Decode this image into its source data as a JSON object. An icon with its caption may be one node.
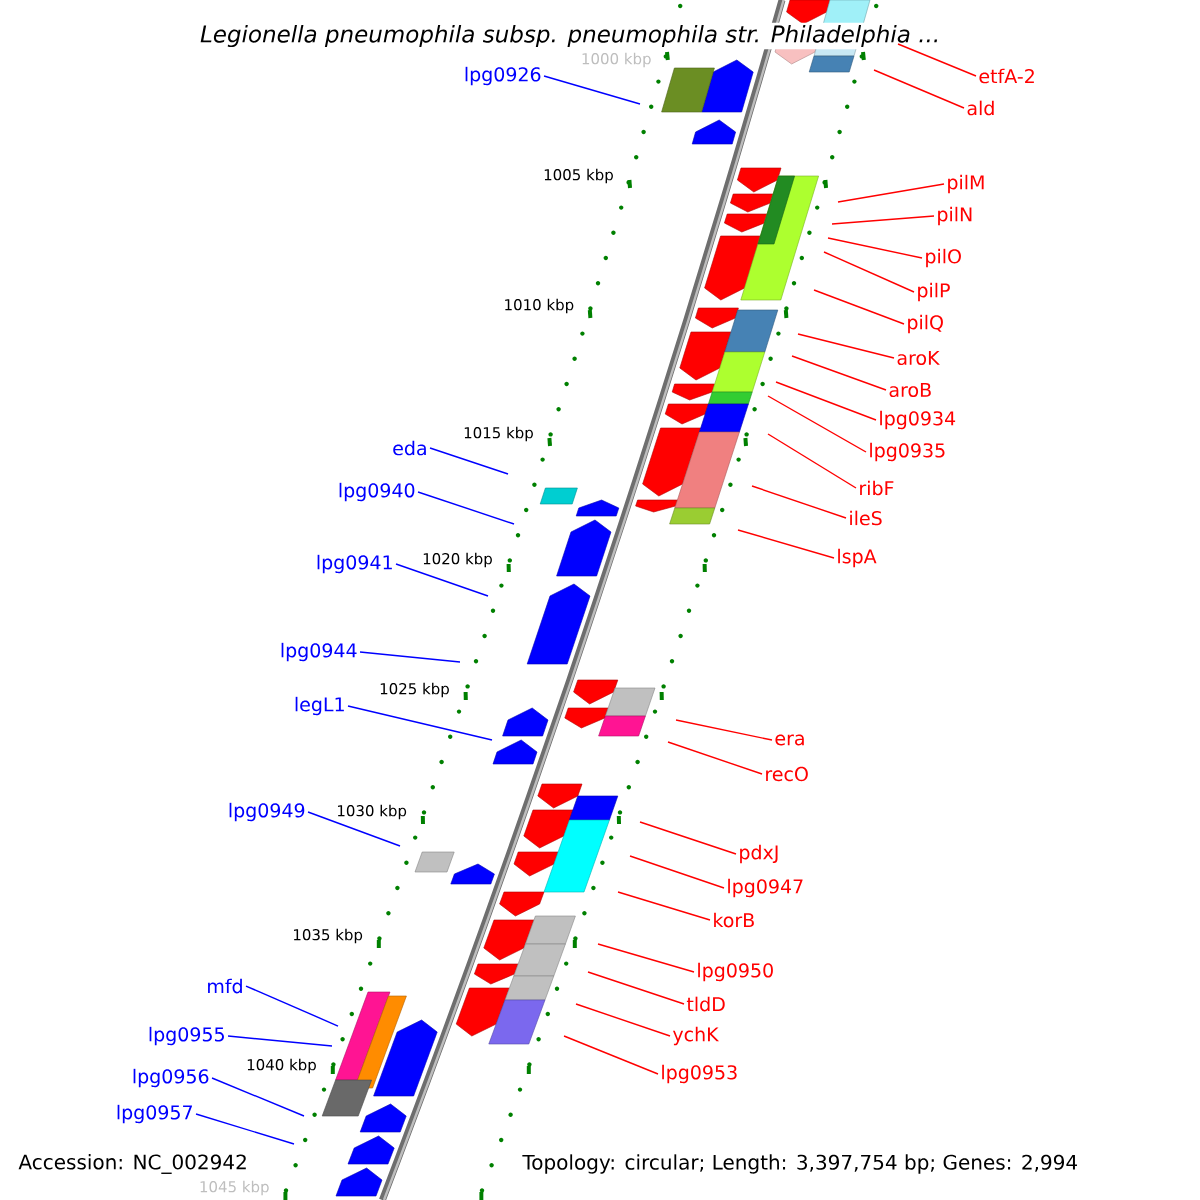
{
  "diagram": {
    "title": "Legionella pneumophila subsp. pneumophila str. Philadelphia ...",
    "nodes": [
      {
        "text": [
          "lpg0926"
        ]
      },
      {
        "text": [
          "etfA-2"
        ]
      },
      {
        "text": [
          "ald"
        ]
      },
      {
        "text": [
          "pilM"
        ]
      },
      {
        "text": [
          "pilN"
        ]
      },
      {
        "text": [
          "pilO"
        ]
      },
      {
        "text": [
          "pilP"
        ]
      },
      {
        "text": [
          "pilQ"
        ]
      },
      {
        "text": [
          "aroK"
        ]
      },
      {
        "text": [
          "aroB"
        ]
      },
      {
        "text": [
          "lpg0934"
        ]
      },
      {
        "text": [
          "eda"
        ]
      },
      {
        "text": [
          "lpg0935"
        ]
      },
      {
        "text": [
          "ribF"
        ]
      },
      {
        "text": [
          "lpg0940"
        ]
      },
      {
        "text": [
          "ileS"
        ]
      },
      {
        "text": [
          "lspA"
        ]
      },
      {
        "text": [
          "lpg0941"
        ]
      },
      {
        "text": [
          "lpg0944"
        ]
      },
      {
        "text": [
          "legL1"
        ]
      },
      {
        "text": [
          "era"
        ]
      },
      {
        "text": [
          "recO"
        ]
      },
      {
        "text": [
          "lpg0949"
        ]
      },
      {
        "text": [
          "pdxJ"
        ]
      },
      {
        "text": [
          "lpg0947"
        ]
      },
      {
        "text": [
          "korB"
        ]
      },
      {
        "text": [
          "lpg0950"
        ]
      },
      {
        "text": [
          "mfd"
        ]
      },
      {
        "text": [
          "tldD"
        ]
      },
      {
        "text": [
          "ychK"
        ]
      },
      {
        "text": [
          "lpg0955"
        ]
      },
      {
        "text": [
          "lpg0953"
        ]
      },
      {
        "text": [
          "lpg0956"
        ]
      },
      {
        "text": [
          "lpg0957"
        ]
      }
    ],
    "edges": [
      {
        "from": 0,
        "to": null,
        "arrow": "none",
        "color": "#0000ff"
      },
      {
        "from": 1,
        "to": null,
        "arrow": "none"
      },
      {
        "from": 2,
        "to": null,
        "arrow": "none"
      },
      {
        "from": 3,
        "to": null,
        "arrow": "none"
      },
      {
        "from": 4,
        "to": null,
        "arrow": "none"
      },
      {
        "from": 5,
        "to": null,
        "arrow": "none"
      },
      {
        "from": 6,
        "to": null,
        "arrow": "none"
      },
      {
        "from": 7,
        "to": null,
        "arrow": "none"
      },
      {
        "from": 8,
        "to": null,
        "arrow": "none"
      },
      {
        "from": 9,
        "to": null,
        "arrow": "none"
      },
      {
        "from": 10,
        "to": null,
        "arrow": "none"
      },
      {
        "from": 11,
        "to": null,
        "arrow": "none",
        "color": "#0000ff"
      },
      {
        "from": 12,
        "to": null,
        "arrow": "none"
      },
      {
        "from": 13,
        "to": null,
        "arrow": "none"
      },
      {
        "from": 14,
        "to": null,
        "arrow": "none",
        "color": "#0000ff"
      },
      {
        "from": 15,
        "to": null,
        "arrow": "none"
      },
      {
        "from": 16,
        "to": null,
        "arrow": "none"
      },
      {
        "from": 17,
        "to": null,
        "arrow": "none",
        "color": "#0000ff"
      },
      {
        "from": 18,
        "to": null,
        "arrow": "none",
        "color": "#0000ff"
      },
      {
        "from": 19,
        "to": null,
        "arrow": "none",
        "color": "#0000ff"
      },
      {
        "from": 20,
        "to": null,
        "arrow": "none"
      },
      {
        "from": 21,
        "to": null,
        "arrow": "none"
      },
      {
        "from": 22,
        "to": null,
        "arrow": "none",
        "color": "#0000ff"
      },
      {
        "from": 23,
        "to": null,
        "arrow": "none"
      },
      {
        "from": 24,
        "to": null,
        "arrow": "none"
      },
      {
        "from": 25,
        "to": null,
        "arrow": "none"
      },
      {
        "from": 26,
        "to": null,
        "arrow": "none"
      },
      {
        "from": 27,
        "to": null,
        "arrow": "none",
        "color": "#0000ff"
      },
      {
        "from": 28,
        "to": null,
        "arrow": "none"
      },
      {
        "from": 29,
        "to": null,
        "arrow": "none"
      },
      {
        "from": 30,
        "to": null,
        "arrow": "none",
        "color": "#0000ff"
      },
      {
        "from": 31,
        "to": null,
        "arrow": "none"
      },
      {
        "from": 32,
        "to": null,
        "arrow": "none",
        "color": "#0000ff"
      },
      {
        "from": 33,
        "to": null,
        "arrow": "none",
        "color": "#0000ff"
      }
    ],
    "labels": [
      "1000 kbp",
      "1005 kbp",
      "1010 kbp",
      "1015 kbp",
      "1020 kbp",
      "1025 kbp",
      "1030 kbp",
      "1035 kbp",
      "1040 kbp",
      "1045 kbp",
      "Accession: NC_002942",
      "Topology: circular; Length: 3,397,754 bp; Genes: 2,994"
    ]
  }
}
